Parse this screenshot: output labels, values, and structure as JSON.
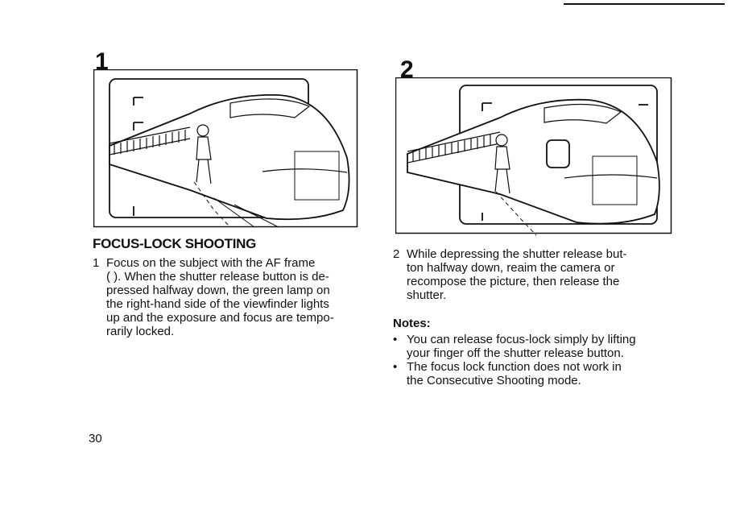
{
  "figures": [
    {
      "number": "1",
      "description": "viewfinder"
    },
    {
      "number": "2",
      "description": "viewfinder"
    }
  ],
  "section": {
    "title": "FOCUS-LOCK SHOOTING"
  },
  "steps": [
    {
      "number": "1",
      "lines": [
        "Focus on the subject with the AF frame",
        "( ). When the shutter release button is de-",
        "pressed halfway down, the green lamp on",
        "the right-hand side of the viewfinder lights",
        "up and the exposure and focus are tempo-",
        "rarily locked."
      ]
    },
    {
      "number": "2",
      "lines": [
        "While depressing the shutter release but-",
        "ton halfway down, reaim the camera or",
        "recompose the picture, then release the",
        "shutter."
      ]
    }
  ],
  "notes": {
    "title": "Notes:",
    "items": [
      {
        "bullet": "•",
        "lines": [
          "You can release focus-lock simply by lifting",
          "your finger off the shutter release button."
        ]
      },
      {
        "bullet": "•",
        "lines": [
          "The focus lock function does not work in",
          "the Consecutive Shooting mode."
        ]
      }
    ]
  },
  "page_number": "30"
}
